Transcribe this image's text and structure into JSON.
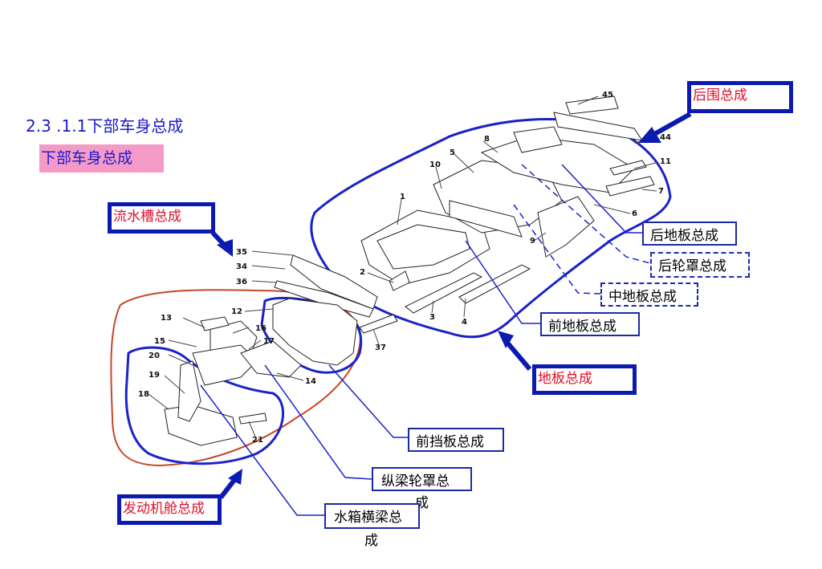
{
  "heading": "2.3 .1.1下部车身总成",
  "pink_label": "下部车身总成",
  "callouts": {
    "rear_panel": "后围总成",
    "gutter": "流水槽总成",
    "floor": "地板总成",
    "engine_bay": "发动机舱总成"
  },
  "labels": {
    "rear_floor": "后地板总成",
    "rear_wheelhouse": "后轮罩总成",
    "mid_floor": "中地板总成",
    "front_floor": "前地板总成",
    "dash_panel": "前挡板总成",
    "rail_wheelhouse_1": "纵梁轮罩总",
    "rail_wheelhouse_2": "成",
    "radiator_beam_1": "水箱横梁总",
    "radiator_beam_2": "成"
  },
  "part_numbers": [
    "45",
    "44",
    "11",
    "7",
    "6",
    "8",
    "5",
    "10",
    "1",
    "2",
    "3",
    "4",
    "9",
    "35",
    "34",
    "36",
    "12",
    "13",
    "16",
    "15",
    "17",
    "20",
    "19",
    "18",
    "14",
    "21",
    "37"
  ],
  "colors": {
    "outline": "#1a22c8",
    "engine_outline": "#c24a2a",
    "callout_text": "#e0102a",
    "pink": "#f49ac6"
  }
}
